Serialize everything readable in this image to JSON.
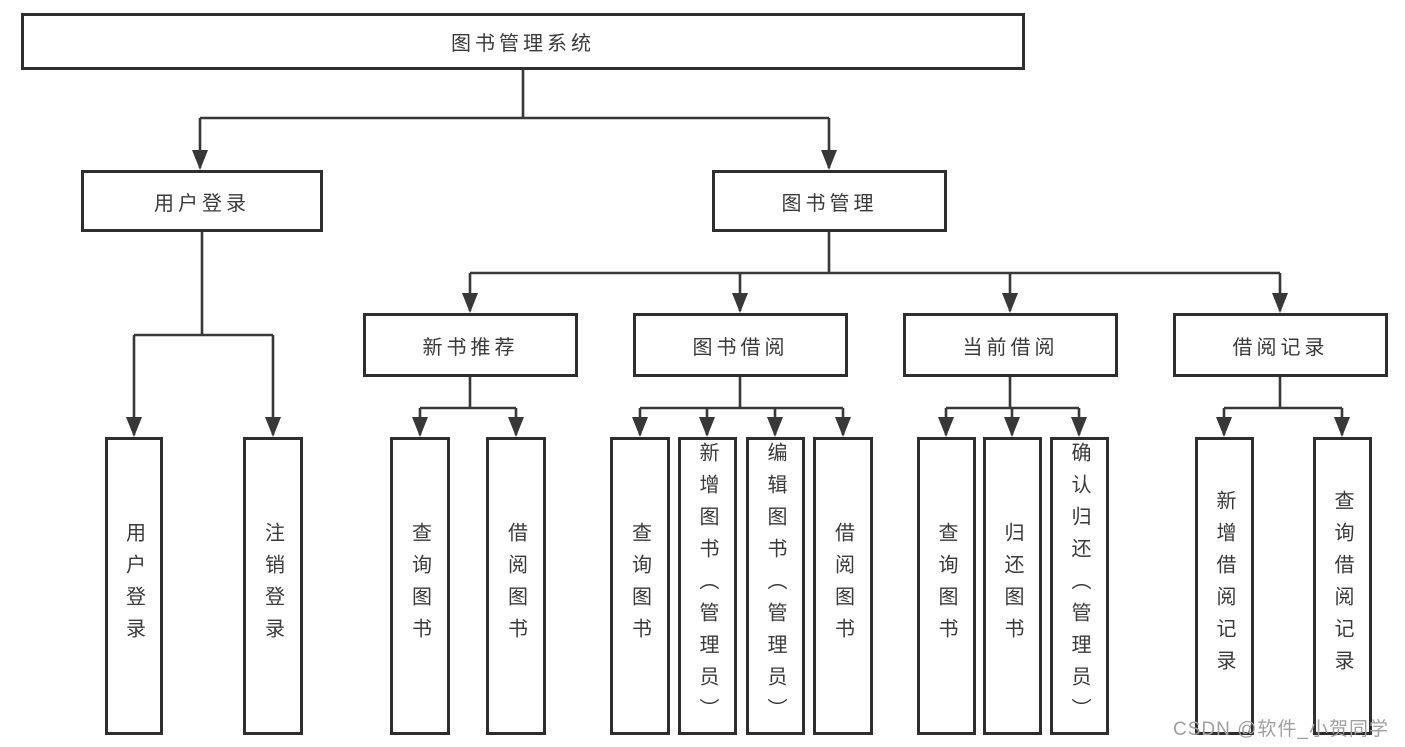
{
  "tree": {
    "root": {
      "label": "图书管理系统"
    },
    "branches": [
      {
        "label": "用户登录",
        "children": [
          {
            "label": "用户登录"
          },
          {
            "label": "注销登录"
          }
        ]
      },
      {
        "label": "图书管理",
        "children": [
          {
            "label": "新书推荐",
            "children": [
              {
                "label": "查询图书"
              },
              {
                "label": "借阅图书"
              }
            ]
          },
          {
            "label": "图书借阅",
            "children": [
              {
                "label": "查询图书"
              },
              {
                "label": "新增图书（管理员）"
              },
              {
                "label": "编辑图书（管理员）"
              },
              {
                "label": "借阅图书"
              }
            ]
          },
          {
            "label": "当前借阅",
            "children": [
              {
                "label": "查询图书"
              },
              {
                "label": "归还图书"
              },
              {
                "label": "确认归还（管理员）"
              }
            ]
          },
          {
            "label": "借阅记录",
            "children": [
              {
                "label": "新增借阅记录"
              },
              {
                "label": "查询借阅记录"
              }
            ]
          }
        ]
      }
    ]
  },
  "watermark": "CSDN @软件_小贺同学",
  "colors": {
    "line": "#383838",
    "box_border": "#2e2e2e",
    "text": "#3a3a3a",
    "watermark": "#a0a0a0",
    "background": "#ffffff"
  }
}
